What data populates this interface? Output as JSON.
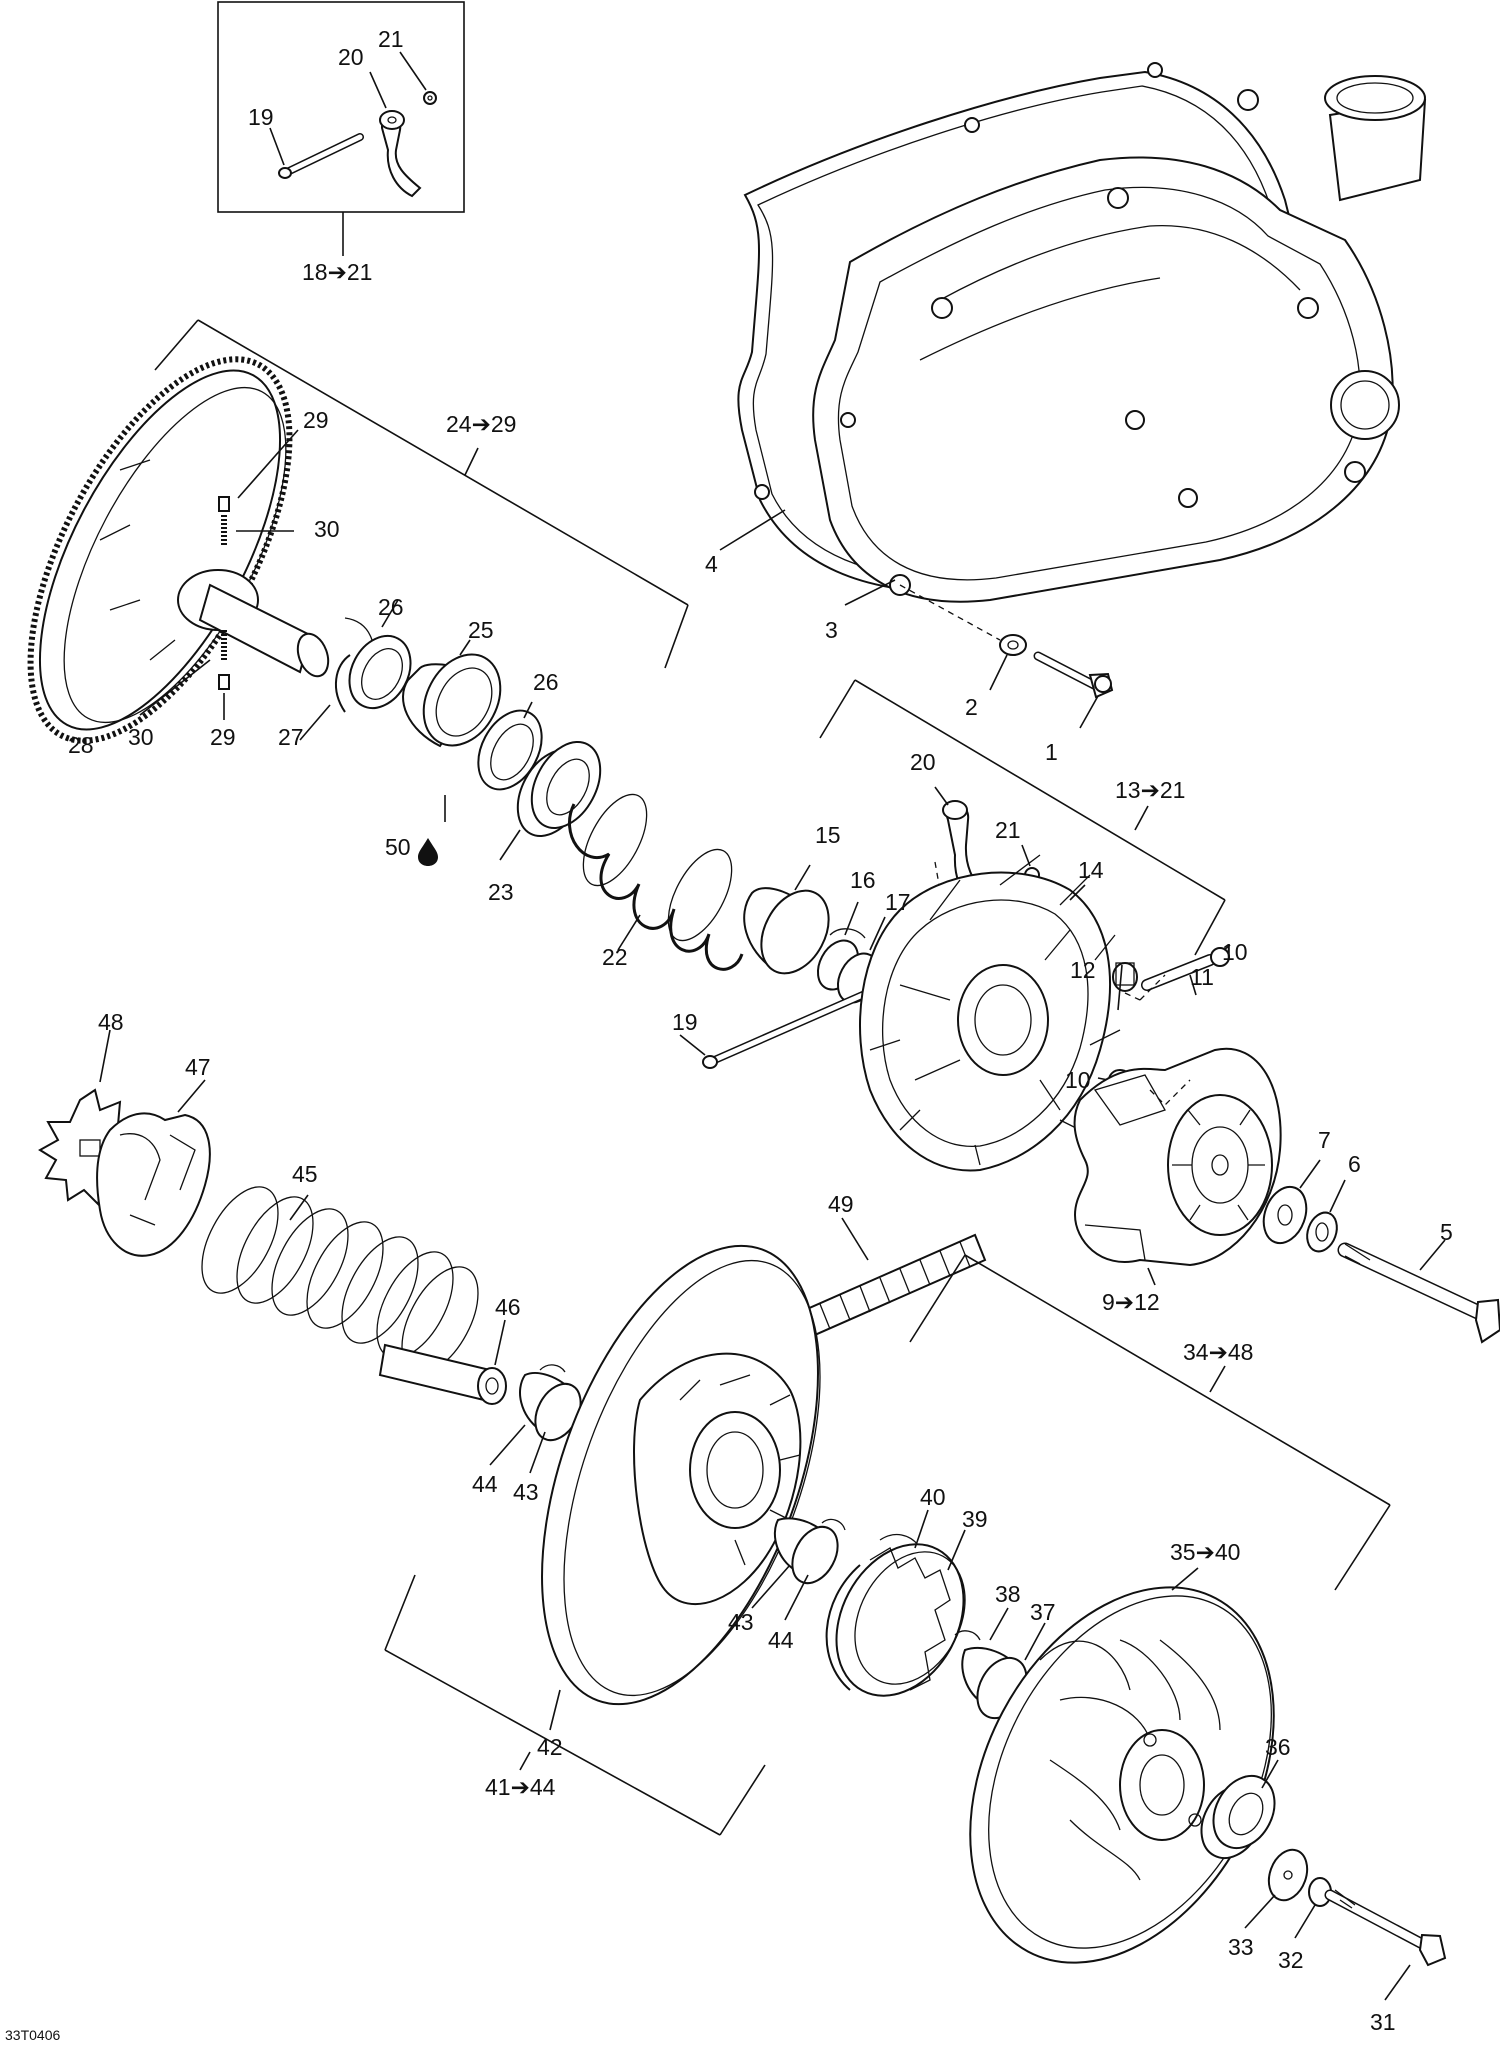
{
  "diagram": {
    "reference_code": "33T0406",
    "labels": {
      "p1": "1",
      "p2": "2",
      "p3": "3",
      "p4": "4",
      "p5": "5",
      "p6": "6",
      "p7": "7",
      "p9_12": "9➔12",
      "p10a": "10",
      "p10b": "10",
      "p11": "11",
      "p12": "12",
      "p13_21": "13➔21",
      "p14": "14",
      "p15": "15",
      "p16": "16",
      "p17": "17",
      "p18_21": "18➔21",
      "p19_top": "19",
      "p19": "19",
      "p20_top": "20",
      "p20": "20",
      "p21_top": "21",
      "p21": "21",
      "p22": "22",
      "p23": "23",
      "p24_29": "24➔29",
      "p25": "25",
      "p26a": "26",
      "p26b": "26",
      "p27": "27",
      "p28": "28",
      "p29a": "29",
      "p29b": "29",
      "p30a": "30",
      "p30b": "30",
      "p31": "31",
      "p32": "32",
      "p33": "33",
      "p34_48": "34➔48",
      "p35_40": "35➔40",
      "p36": "36",
      "p37": "37",
      "p38": "38",
      "p39": "39",
      "p40": "40",
      "p41_44": "41➔44",
      "p42": "42",
      "p43a": "43",
      "p43b": "43",
      "p44a": "44",
      "p44b": "44",
      "p45": "45",
      "p46": "46",
      "p47": "47",
      "p48": "48",
      "p49": "49",
      "p50": "50"
    },
    "lubricant_icon": "oil-drop-icon"
  }
}
